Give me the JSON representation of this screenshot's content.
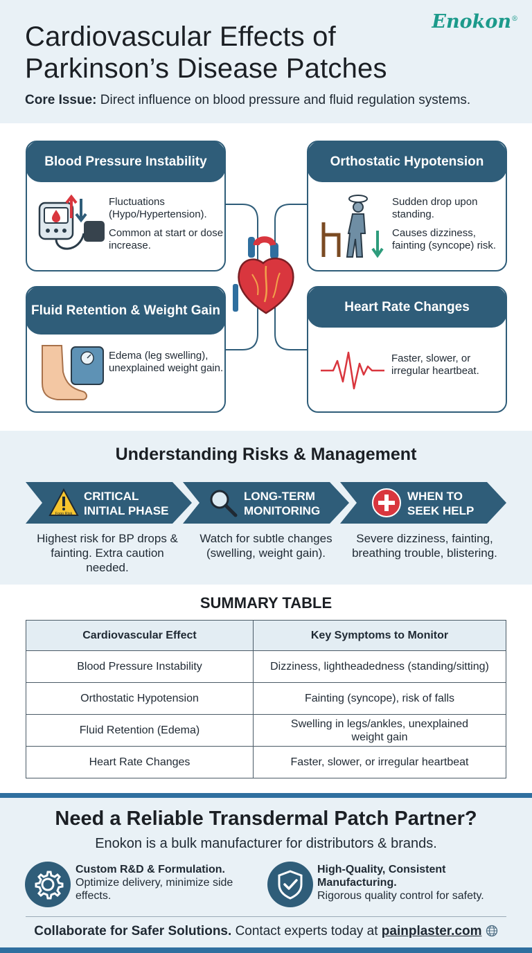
{
  "header": {
    "title": "Cardiovascular Effects of Parkinson’s Disease Patches",
    "brand": "Enokon",
    "brand_mark": "®",
    "core_label": "Core Issue:",
    "core_text": "Direct influence on blood pressure and fluid regulation systems."
  },
  "cards": {
    "bp": {
      "title": "Blood Pressure Instability",
      "line1": "Fluctuations (Hypo/Hypertension).",
      "line2": "Common at start or dose increase.",
      "icon": "blood-pressure-monitor-icon"
    },
    "oh": {
      "title": "Orthostatic Hypotension",
      "line1": "Sudden drop upon standing.",
      "line2": "Causes dizziness, fainting (syncope) risk.",
      "icon": "dizzy-person-standing-icon"
    },
    "fluid": {
      "title": "Fluid Retention & Weight Gain",
      "line1": "Edema (leg swelling), unexplained weight gain.",
      "icon": "foot-and-scale-icon"
    },
    "hr": {
      "title": "Heart Rate Changes",
      "line1": "Faster, slower, or irregular heartbeat.",
      "icon": "heartbeat-line-icon"
    }
  },
  "risks": {
    "title": "Understanding Risks & Management",
    "items": [
      {
        "label": "CRITICAL INITIAL PHASE",
        "badge": "Fogo Risk",
        "desc": "Highest risk for BP drops & fainting. Extra caution needed.",
        "icon": "warning-icon"
      },
      {
        "label": "LONG-TERM MONITORING",
        "desc": "Watch for subtle changes (swelling, weight gain).",
        "icon": "magnifier-icon"
      },
      {
        "label": "WHEN TO SEEK HELP",
        "desc": "Severe dizziness, fainting, breathing trouble, blistering.",
        "icon": "medical-cross-icon"
      }
    ]
  },
  "summary": {
    "title": "SUMMARY TABLE",
    "headers": [
      "Cardiovascular Effect",
      "Key Symptoms to Monitor"
    ],
    "rows": [
      [
        "Blood Pressure Instability",
        "Dizziness, lightheadedness (standing/sitting)"
      ],
      [
        "Orthostatic Hypotension",
        "Fainting (syncope), risk of falls"
      ],
      [
        "Fluid Retention (Edema)",
        "Swelling in legs/ankles, unexplained weight gain"
      ],
      [
        "Heart Rate Changes",
        "Faster, slower, or irregular heartbeat"
      ]
    ]
  },
  "cta": {
    "title": "Need a Reliable Transdermal Patch Partner?",
    "subtitle": "Enokon is a bulk manufacturer for distributors & brands.",
    "features": [
      {
        "title": "Custom R&D & Formulation.",
        "text": "Optimize delivery, minimize side effects.",
        "icon": "gear-icon"
      },
      {
        "title": "High-Quality, Consistent Manufacturing.",
        "text": "Rigorous quality control for safety.",
        "icon": "shield-check-icon"
      }
    ],
    "footer_bold": "Collaborate for Safer Solutions.",
    "footer_text": "Contact experts today at",
    "footer_url": "painplaster.com",
    "footer_icon": "globe-icon"
  },
  "colors": {
    "primary": "#2f5d79",
    "accent_red": "#d9363e",
    "brand_teal": "#1c9a8b",
    "panel_bg": "#e9f1f6"
  }
}
